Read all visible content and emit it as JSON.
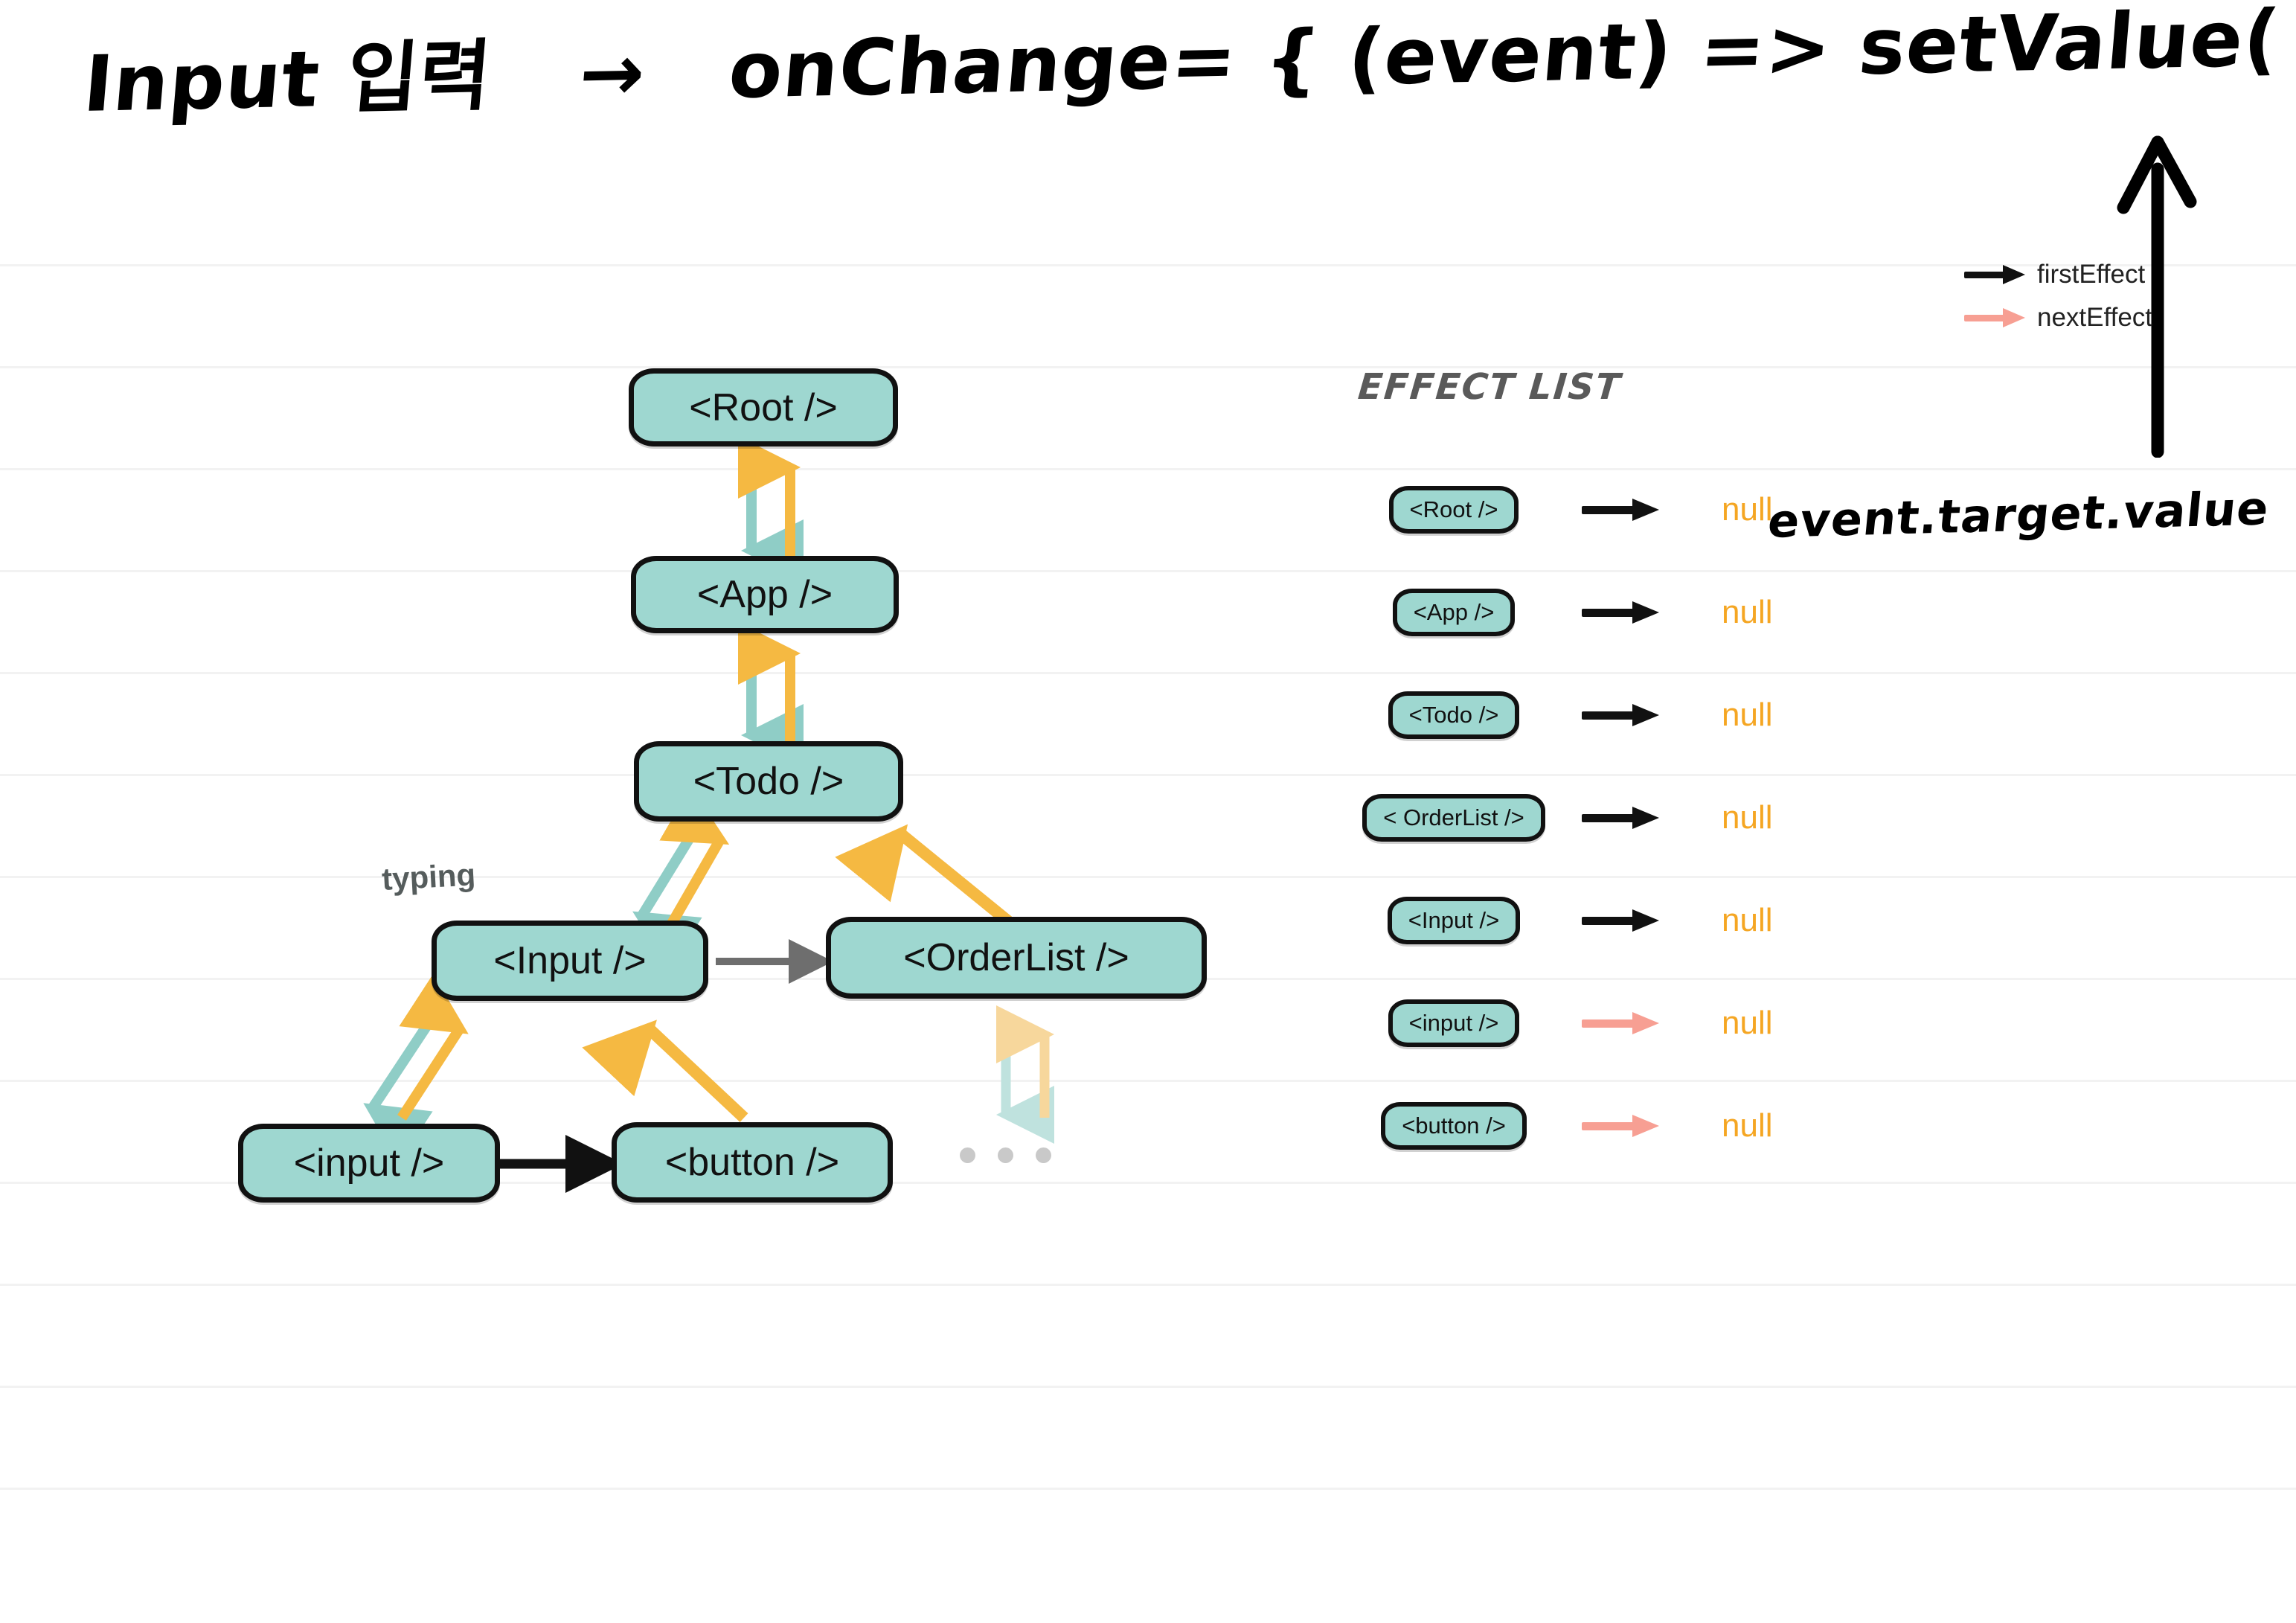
{
  "title": {
    "part1": "Input 입력",
    "arrow": "→",
    "part2": "onChange= { (event) => setValue(",
    "part3": ")}"
  },
  "annotation": {
    "event_value": "event.target.value"
  },
  "legend": {
    "items": [
      {
        "label": "firstEffect",
        "color": "#111111",
        "icon": "arrow-right-icon"
      },
      {
        "label": "nextEffect",
        "color": "#f79f93",
        "icon": "arrow-right-icon"
      }
    ]
  },
  "tree": {
    "label_typing": "typing",
    "ellipsis": "…",
    "nodes": [
      {
        "id": "root",
        "label": "<Root />"
      },
      {
        "id": "app",
        "label": "<App />"
      },
      {
        "id": "todo",
        "label": "<Todo />"
      },
      {
        "id": "input-cmp",
        "label": "<Input />"
      },
      {
        "id": "orderlist",
        "label": "<OrderList />"
      },
      {
        "id": "input-el",
        "label": "<input />"
      },
      {
        "id": "button-el",
        "label": "<button />"
      }
    ]
  },
  "effect_list": {
    "title": "EFFECT LIST",
    "rows": [
      {
        "node": "<Root />",
        "arrow": "firstEffect",
        "arrow_color": "#111111",
        "value": "null"
      },
      {
        "node": "<App />",
        "arrow": "firstEffect",
        "arrow_color": "#111111",
        "value": "null"
      },
      {
        "node": "<Todo />",
        "arrow": "firstEffect",
        "arrow_color": "#111111",
        "value": "null"
      },
      {
        "node": "< OrderList />",
        "arrow": "firstEffect",
        "arrow_color": "#111111",
        "value": "null"
      },
      {
        "node": "<Input />",
        "arrow": "firstEffect",
        "arrow_color": "#111111",
        "value": "null"
      },
      {
        "node": "<input />",
        "arrow": "nextEffect",
        "arrow_color": "#f79f93",
        "value": "null"
      },
      {
        "node": "<button />",
        "arrow": "nextEffect",
        "arrow_color": "#f79f93",
        "value": "null"
      }
    ]
  },
  "colors": {
    "node_fill": "#9ed7d0",
    "node_stroke": "#111111",
    "null_text": "#f5a623",
    "down_arrow": "#8fcdc6",
    "up_arrow": "#f5b942",
    "next_effect": "#f79f93",
    "grid_line": "#f2f2f2"
  }
}
